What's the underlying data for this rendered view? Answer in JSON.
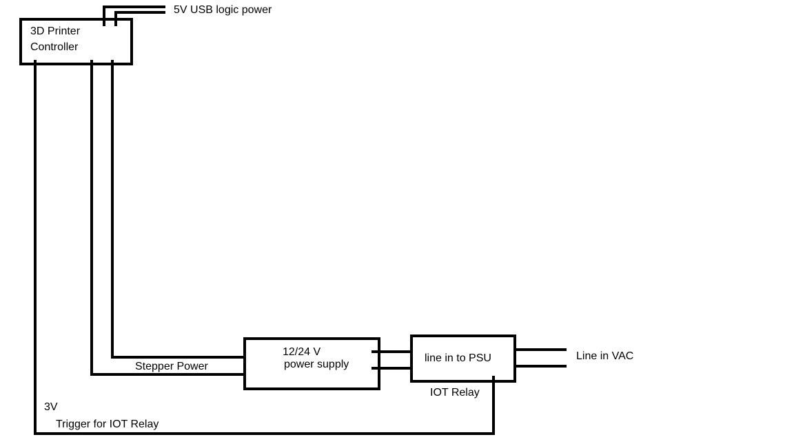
{
  "components": {
    "controller": {
      "line1": "3D Printer",
      "line2": "Controller"
    },
    "power_supply": {
      "line1": "12/24 V",
      "line2": "power supply"
    },
    "relay": {
      "inner": "line in to PSU",
      "caption": "IOT Relay"
    }
  },
  "labels": {
    "usb_power": "5V USB logic power",
    "stepper_power": "Stepper Power",
    "line_in": "Line in  VAC",
    "trigger_voltage": "3V",
    "trigger": "Trigger for IOT Relay"
  },
  "colors": {
    "stroke": "#000000",
    "background": "#ffffff"
  }
}
